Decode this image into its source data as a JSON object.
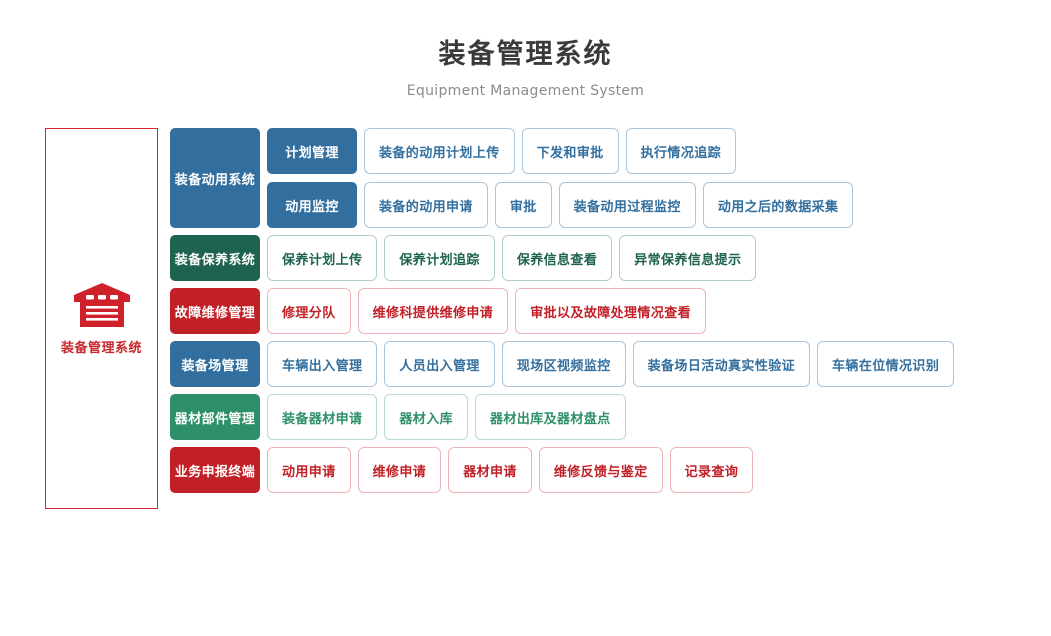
{
  "header": {
    "title": "装备管理系统",
    "subtitle": "Equipment Management System"
  },
  "brand": {
    "icon": "warehouse-icon",
    "label": "装备管理系统",
    "border_color": "#d9262c",
    "text_color": "#c7282e"
  },
  "colors": {
    "blue": "#336f9e",
    "blue_border": "#a9c5dd",
    "green": "#1e6350",
    "green_border": "#b3cfc5",
    "green_light": "#2d9069",
    "green_light_border": "#b7dccb",
    "red": "#c22027",
    "red_border": "#eeb4b6"
  },
  "groups": [
    {
      "category": "装备动用系统",
      "color": "blue",
      "subrows": [
        {
          "subcategory": "计划管理",
          "items": [
            "装备的动用计划上传",
            "下发和审批",
            "执行情况追踪"
          ]
        },
        {
          "subcategory": "动用监控",
          "items": [
            "装备的动用申请",
            "审批",
            "装备动用过程监控",
            "动用之后的数据采集"
          ]
        }
      ]
    },
    {
      "category": "装备保养系统",
      "color": "green",
      "items": [
        "保养计划上传",
        "保养计划追踪",
        "保养信息查看",
        "异常保养信息提示"
      ]
    },
    {
      "category": "故障维修管理",
      "color": "red",
      "items": [
        "修理分队",
        "维修科提供维修申请",
        "审批以及故障处理情况查看"
      ]
    },
    {
      "category": "装备场管理",
      "color": "blue",
      "items": [
        "车辆出入管理",
        "人员出入管理",
        "现场区视频监控",
        "装备场日活动真实性验证",
        "车辆在位情况识别"
      ]
    },
    {
      "category": "器材部件管理",
      "color": "green-light",
      "items": [
        "装备器材申请",
        "器材入库",
        "器材出库及器材盘点"
      ]
    },
    {
      "category": "业务申报终端",
      "color": "red",
      "items": [
        "动用申请",
        "维修申请",
        "器材申请",
        "维修反馈与鉴定",
        "记录查询"
      ]
    }
  ]
}
